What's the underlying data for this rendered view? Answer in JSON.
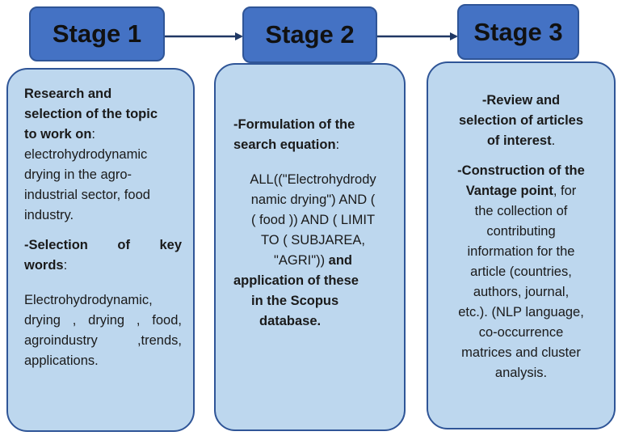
{
  "stages": [
    {
      "title": "Stage 1"
    },
    {
      "title": "Stage 2"
    },
    {
      "title": "Stage 3"
    }
  ],
  "stage1": {
    "topic_heading": "Research and selection of the topic to work on:",
    "topic_line1": "Research and",
    "topic_line2": "selection of the topic",
    "topic_line3": "to work on",
    "topic_colon": ":",
    "topic_text_1": "electrohydrodynamic",
    "topic_text_2": "drying in the agro-",
    "topic_text_3": "industrial sector, food",
    "topic_text_4": "industry.",
    "keywords_w1": "-Selection",
    "keywords_w2": "of",
    "keywords_w3": "key",
    "keywords_w4": "words",
    "keywords_colon": ":",
    "kw_line1": "Electrohydrodynamic,",
    "kw_l2_a": "drying",
    "kw_l2_b": ",",
    "kw_l2_c": "drying",
    "kw_l2_d": ",",
    "kw_l2_e": "food,",
    "kw_l3_a": "agroindustry",
    "kw_l3_b": ",trends,",
    "kw_line4": "applications."
  },
  "stage2": {
    "formulation_line1": "-Formulation of the",
    "formulation_line2": "search equation",
    "formulation_colon": ":",
    "eq_line1": "ALL((\"Electrohydrody",
    "eq_line2": "namic drying\") AND (",
    "eq_line3": "( food )) AND ( LIMIT",
    "eq_line4": "TO ( SUBJAREA,",
    "eq_line5_plain": "\"AGRI\"))",
    "eq_line5_bold": " and",
    "app_line1": "application of these",
    "app_line2": "in the Scopus",
    "app_line3": "database."
  },
  "stage3": {
    "review_line1": "-Review and",
    "review_line2": "selection of articles",
    "review_line3": "of interest",
    "review_period": ".",
    "vp_line1": "-Construction of the",
    "vp_line2_bold": "Vantage point",
    "vp_line2_plain": ", for",
    "vp_line3": "the collection of",
    "vp_line4": "contributing",
    "vp_line5": "information for the",
    "vp_line6": "article (countries,",
    "vp_line7": "authors, journal,",
    "vp_line8": "etc.). (NLP language,",
    "vp_line9": "co-occurrence",
    "vp_line10": "matrices and cluster",
    "vp_line11": "analysis."
  },
  "colors": {
    "card_fill": "#bdd7ee",
    "header_fill": "#4472c4",
    "border": "#2f5597",
    "arrow": "#203864"
  }
}
